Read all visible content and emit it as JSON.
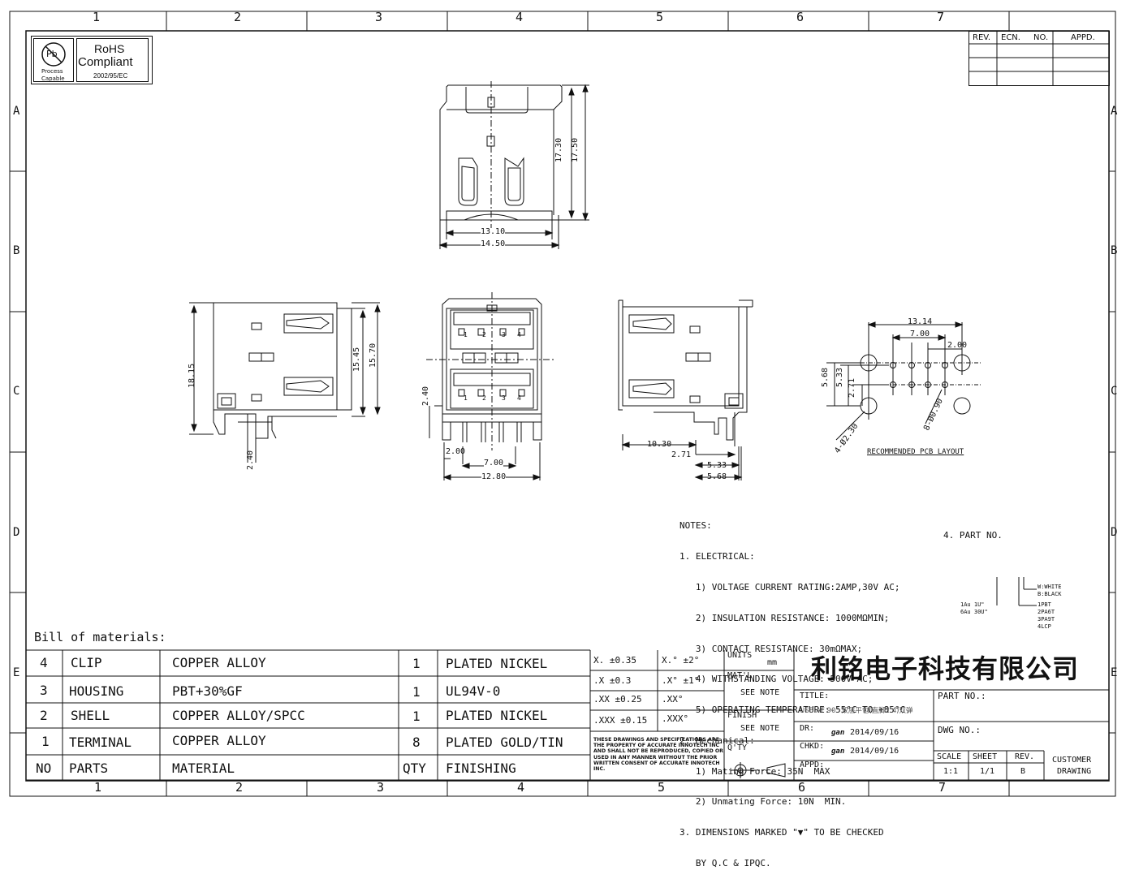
{
  "grid": {
    "top_numbers": [
      "1",
      "2",
      "3",
      "4",
      "5",
      "6",
      "7"
    ],
    "bottom_numbers": [
      "1",
      "2",
      "3",
      "4",
      "5",
      "6",
      "7"
    ],
    "side_letters": [
      "A",
      "B",
      "C",
      "D",
      "E"
    ]
  },
  "rohs": {
    "title": "RoHS",
    "compliant": "Compliant",
    "code": "2002/95/EC",
    "badge_line1": "Process",
    "badge_line2": "Capable",
    "badge_symbol": "Pb"
  },
  "revision_table": {
    "headers": [
      "REV.",
      "ECN.",
      "NO.",
      "APPD."
    ]
  },
  "dimensions": {
    "top_height_inner": "17.30",
    "top_height_outer": "17.50",
    "top_width_inner": "13.10",
    "top_width_outer": "14.50",
    "left_height_1": "18.15",
    "left_height_2": "15.45",
    "left_height_3": "15.70",
    "left_bottom": "2.40",
    "front_side": "2.40",
    "front_pitch": "2.00",
    "front_span": "7.00",
    "front_width": "12.80",
    "front_pin_numbers": [
      "1",
      "2",
      "3",
      "4"
    ],
    "right_depth": "10.30",
    "right_d1": "2.71",
    "right_d2": "5.33",
    "right_d3": "5.68",
    "pcb_width": "13.14",
    "pcb_span": "7.00",
    "pcb_pitch": "2.00",
    "pcb_h1": "5.68",
    "pcb_h2": "5.33",
    "pcb_h3": "2.71",
    "pcb_large_holes": "4-Ø2.30",
    "pcb_small_holes": "8-Ø0.90",
    "pcb_caption": "RECOMMENDED PCB LAYOUT"
  },
  "notes": {
    "title": "NOTES:",
    "lines": [
      "1. ELECTRICAL:",
      "   1) VOLTAGE CURRENT RATING:2AMP,30V AC;",
      "   2) INSULATION RESISTANCE: 1000MΩMIN;",
      "   3) CONTACT RESISTANCE: 30mΩMAX;",
      "   4) WITHSTANDING VOLTAGE: 500V AC;",
      "   5) OPERATING TEMPERATURE:-55°C TO +85°C.",
      "2. Mechanical:",
      "   1) Mating Force: 35N  MAX",
      "   2) Unmating Force: 10N  MIN.",
      "3. DIMENSIONS MARKED \"▼\" TO BE CHECKED",
      "   BY Q.C & IPQC."
    ]
  },
  "part_no": {
    "title": "4. PART NO.",
    "colors": [
      "W:WHITE",
      "B:BLACK"
    ],
    "materials": [
      "1PBT",
      "2PA6T",
      "3PA9T",
      "4LCP"
    ],
    "plating": [
      "1Au 1U\"",
      "6Au 30U\""
    ]
  },
  "bom": {
    "title": "Bill of materials:",
    "rows": [
      {
        "no": "4",
        "part": "CLIP",
        "material": "COPPER ALLOY",
        "qty": "1",
        "finishing": "PLATED NICKEL"
      },
      {
        "no": "3",
        "part": "HOUSING",
        "material": "PBT+30%GF",
        "qty": "1",
        "finishing": "UL94V-0"
      },
      {
        "no": "2",
        "part": "SHELL",
        "material": "COPPER ALLOY/SPCC",
        "qty": "1",
        "finishing": "PLATED NICKEL"
      },
      {
        "no": "1",
        "part": "TERMINAL",
        "material": "COPPER ALLOY",
        "qty": "8",
        "finishing": "PLATED GOLD/TIN"
      }
    ],
    "header": {
      "no": "NO",
      "part": "PARTS",
      "material": "MATERIAL",
      "qty": "QTY",
      "finishing": "FINISHING"
    }
  },
  "tolerances": {
    "rows": [
      [
        "X. ±0.35",
        "X.° ±2°"
      ],
      [
        ".X ±0.3",
        ".X° ±1°"
      ],
      [
        ".XX ±0.25",
        ".XX°"
      ],
      [
        ".XXX ±0.15",
        ".XXX°"
      ]
    ],
    "disclaimer": "THESE DRAWINGS AND SPECIFICATIONS ARE THE PROPERTY OF ACCURATE INNOTECH INC AND SHALL NOT BE REPRODUCED, COPIED OR USED IN ANY MANNER WITHOUT THE PRIOR WRITTEN CONSENT OF ACCURATE INNOTECH INC."
  },
  "title_block": {
    "units_label": "UNITS",
    "units_value": "mm",
    "matl_label": "MAT'L",
    "matl_value": "SEE NOTE",
    "finish_label": "FINISH",
    "finish_value": "SEE NOTE",
    "qty_label": "Q'TY",
    "company": "利铭电子科技有限公司",
    "title_label": "TITLE:",
    "title_value": "USB AF 90° 双层平包(直脚2.4)双弹",
    "dr_label": "DR:",
    "dr_name": "gan",
    "dr_date": "2014/09/16",
    "chkd_label": "CHKD:",
    "chkd_name": "gan",
    "chkd_date": "2014/09/16",
    "appd_label": "APPD:",
    "part_no_label": "PART NO.:",
    "dwg_no_label": "DWG NO.:",
    "scale_label": "SCALE",
    "scale_value": "1:1",
    "sheet_label": "SHEET",
    "sheet_value": "1/1",
    "rev_label": "REV.",
    "rev_value": "B",
    "customer_label_1": "CUSTOMER",
    "customer_label_2": "DRAWING"
  }
}
